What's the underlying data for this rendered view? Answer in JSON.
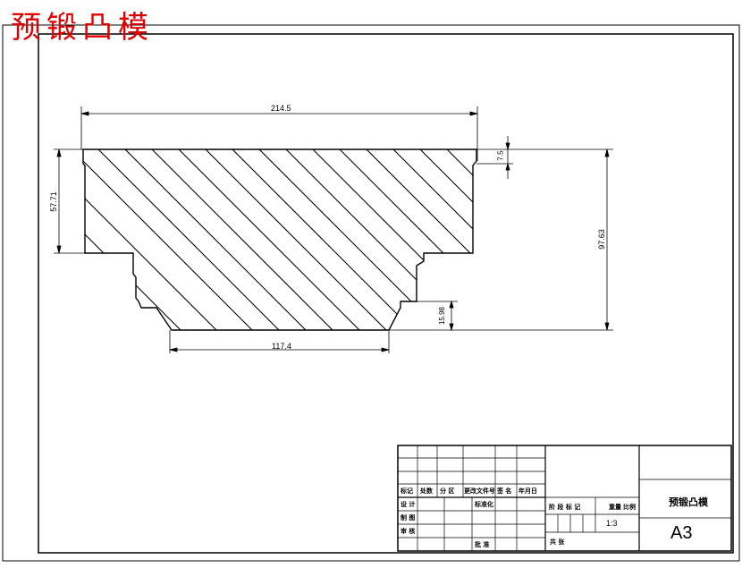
{
  "header": {
    "title": "预锻凸模"
  },
  "dimensions": {
    "top_width": "214.5",
    "bottom_width": "117.4",
    "left_height": "57.71",
    "total_height": "97.63",
    "top_step": "7.5",
    "bottom_step": "15.98"
  },
  "title_block": {
    "rev_headers": [
      "标记",
      "处数",
      "分 区",
      "更改文件号",
      "签 名",
      "年月日"
    ],
    "design": "设 计",
    "standardize": "标准化",
    "draft": "制 图",
    "check": "审 核",
    "approve": "批 准",
    "stage_mark": "阶 段 标 记",
    "weight": "重量",
    "scale_label": "比例",
    "scale": "1:3",
    "sheet_total": "共  张",
    "part_name": "预锻凸模",
    "sheet_size": "A3"
  }
}
